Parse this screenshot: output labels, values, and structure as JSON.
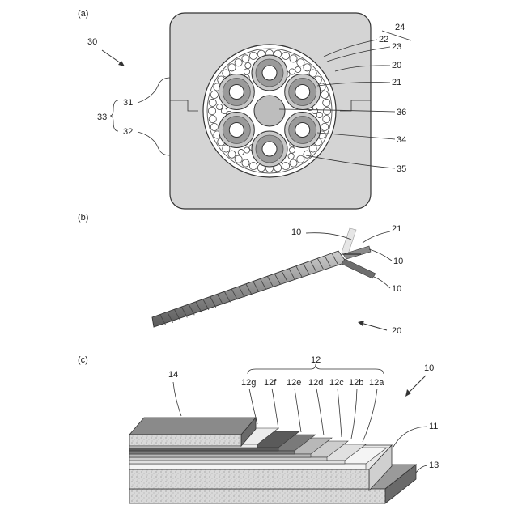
{
  "panels": {
    "a": {
      "label": "(a)",
      "labels": {
        "n30": "30",
        "n31": "31",
        "n32": "32",
        "n33": "33",
        "n24": "24",
        "n22": "22",
        "n23": "23",
        "n20": "20",
        "n21": "21",
        "n36": "36",
        "n34": "34",
        "n35": "35"
      }
    },
    "b": {
      "label": "(b)",
      "labels": {
        "n10_top": "10",
        "n21": "21",
        "n10_mid": "10",
        "n10_low": "10",
        "n20": "20"
      }
    },
    "c": {
      "label": "(c)",
      "labels": {
        "n14": "14",
        "n12": "12",
        "n12g": "12g",
        "n12f": "12f",
        "n12e": "12e",
        "n12d": "12d",
        "n12c": "12c",
        "n12b": "12b",
        "n12a": "12a",
        "n10": "10",
        "n11": "11",
        "n13": "13"
      }
    }
  },
  "colors": {
    "housing": "#d4d4d4",
    "line": "#333333",
    "conductor_ring": "#9a9a9a",
    "core": "#bdbdbd",
    "substrate": "#cfcfcf",
    "stabilizer": "#8a8a8a"
  }
}
